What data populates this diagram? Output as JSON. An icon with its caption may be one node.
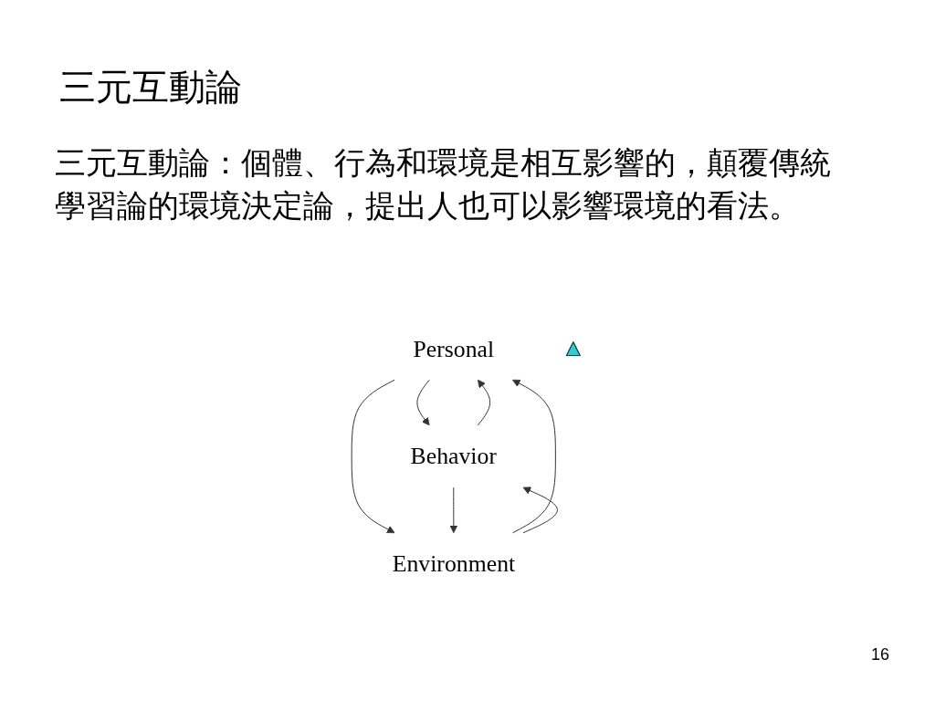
{
  "diagram": {
    "title": "三元互動論",
    "nodes": [
      {
        "text": [
          "Personal"
        ]
      },
      {
        "text": [
          "Behavior"
        ]
      },
      {
        "text": [
          "Environment"
        ]
      },
      {
        "text": [],
        "shape": "triangle"
      }
    ],
    "edges": [
      {
        "from": 1,
        "to": 0,
        "arrow": "to"
      },
      {
        "from": 0,
        "to": 1,
        "arrow": "to"
      },
      {
        "from": 2,
        "to": 0,
        "arrow": "to"
      },
      {
        "from": 0,
        "to": 2,
        "arrow": "to"
      },
      {
        "from": 1,
        "to": 2,
        "arrow": "to"
      },
      {
        "from": 2,
        "to": 1,
        "arrow": "to"
      }
    ],
    "labels": [
      "三元互動論：個體、行為和環境是相互影響的，顛覆傳統學習論的環境決定論，提出人也可以影響環境的看法。",
      "16"
    ]
  }
}
